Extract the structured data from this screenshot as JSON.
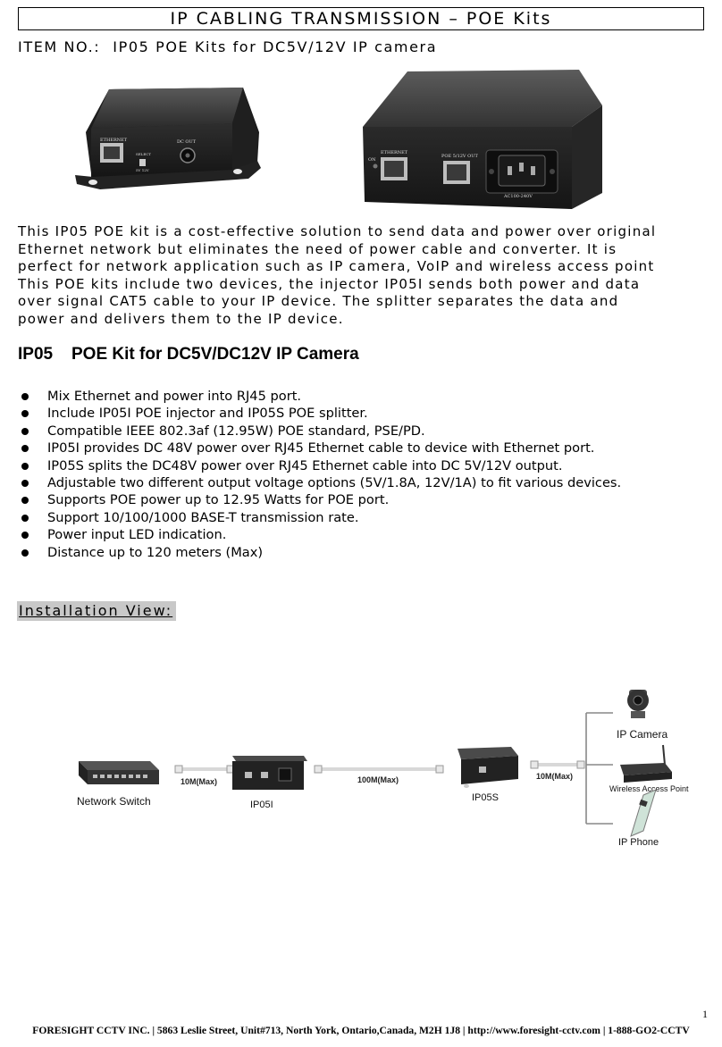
{
  "header": {
    "title": "IP CABLING TRANSMISSION – POE Kits",
    "item_label": "ITEM NO.:",
    "item_value": "IP05 POE Kits for DC5V/12V IP camera"
  },
  "product_photos": {
    "splitter": {
      "port_ethernet": "ETHERNET",
      "port_select": "SELECT",
      "select_values": "5V 12V",
      "port_dc_out": "DC OUT"
    },
    "injector": {
      "led_on": "ON",
      "port_ethernet": "ETHERNET",
      "port_poe": "POE 5/12V OUT",
      "power_rating": "AC100-240V"
    }
  },
  "intro": {
    "lines": [
      "This IP05 POE kit is a cost-effective solution to send data and power over original",
      "Ethernet network but eliminates the need of power cable and converter.  It is",
      "perfect for network application such as IP camera, VoIP and wireless access point",
      "This POE kits include two devices, the injector IP05I sends both power and data",
      "over signal CAT5 cable to your IP device.  The splitter separates the data and",
      "power and delivers them to the IP device."
    ]
  },
  "section": {
    "code": "IP05",
    "title": "POE Kit for DC5V/DC12V IP Camera"
  },
  "features": [
    "Mix Ethernet and power into RJ45 port.",
    "Include IP05I POE injector and IP05S POE splitter.",
    "Compatible IEEE 802.3af (12.95W) POE standard, PSE/PD.",
    "IP05I provides DC 48V power over RJ45 Ethernet cable to device with Ethernet port.",
    "IP05S splits the DC48V power over RJ45 Ethernet cable into DC 5V/12V output.",
    "Adjustable two different output voltage options (5V/1.8A, 12V/1A) to fit various devices.",
    "Supports POE power up to 12.95 Watts for POE port.",
    "Support 10/100/1000 BASE-T transmission rate.",
    "Power input LED indication.",
    "Distance up to 120 meters (Max)"
  ],
  "installation": {
    "label": "Installation View:",
    "network_switch": "Network Switch",
    "injector": "IP05I",
    "splitter": "IP05S",
    "cable_1": "10M(Max)",
    "cable_2": "100M(Max)",
    "cable_3": "10M(Max)",
    "ip_camera": "IP Camera",
    "access_point": "Wireless Access Point",
    "ip_phone": "IP Phone"
  },
  "footer": {
    "page_number": "1",
    "text": "FORESIGHT CCTV INC. | 5863 Leslie Street, Unit#713, North York, Ontario,Canada, M2H 1J8 | http://www.foresight-cctv.com | 1-888-GO2-CCTV"
  }
}
